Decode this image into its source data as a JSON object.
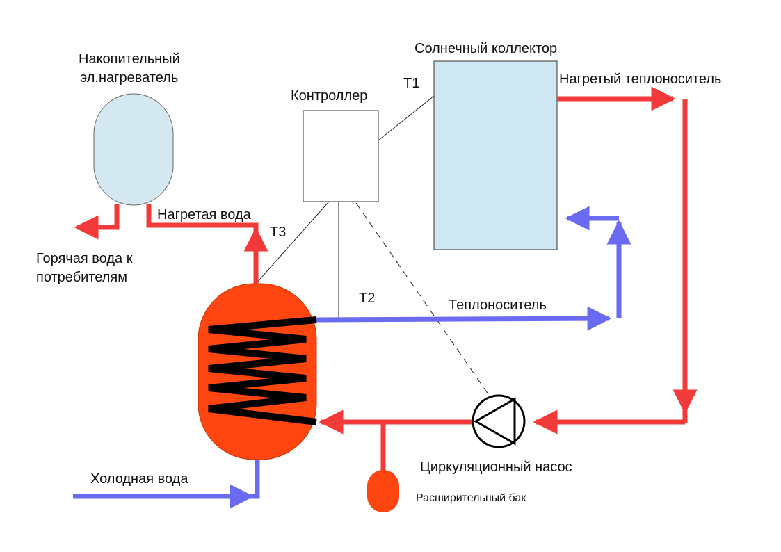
{
  "labels": {
    "heater_line1": "Накопительный",
    "heater_line2": "эл.нагреватель",
    "solar_collector": "Солнечный коллектор",
    "controller": "Контроллер",
    "t1": "T1",
    "t2": "T2",
    "t3": "T3",
    "heated_coolant": "Нагретый теплоноситель",
    "heated_water": "Нагретая вода",
    "hot_water_line1": "Горячая вода к",
    "hot_water_line2": "потребителям",
    "coolant": "Теплоноситель",
    "cold_water": "Холодная вода",
    "circulation_pump": "Циркуляционный насос",
    "expansion_tank": "Расширительный бак"
  },
  "colors": {
    "hot_pipe": "#f23a3a",
    "cold_pipe": "#6a6af2",
    "heater_fill": "#d4e8f2",
    "collector_fill": "#cfe6f3",
    "tank_fill": "#ff4510",
    "coil": "#000000"
  }
}
